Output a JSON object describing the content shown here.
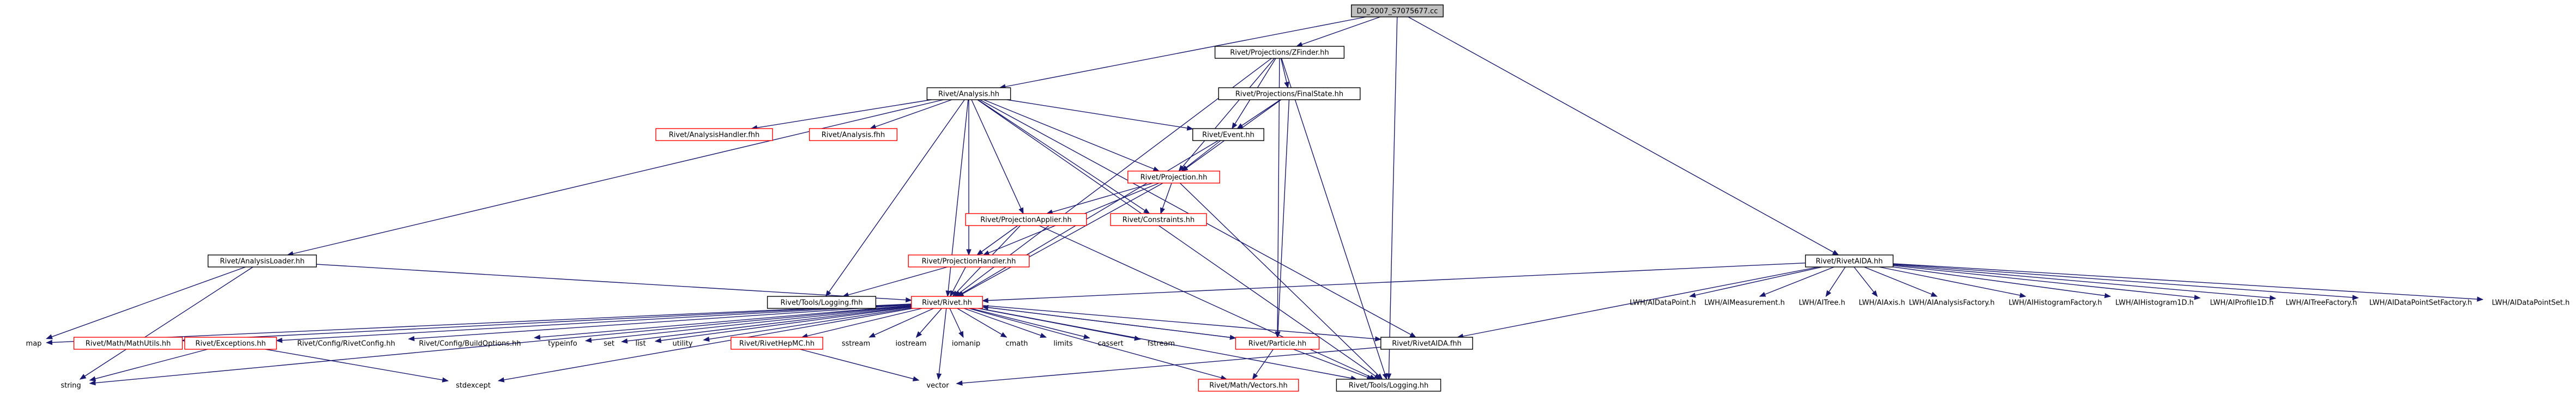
{
  "graph": {
    "title": "D0_2007_S7075677.cc",
    "colors": {
      "edge": "#191970",
      "node_border": "#000000",
      "missing_border": "#ff0000",
      "root_fill": "#bfbfbf"
    },
    "nodes": [
      {
        "id": "root",
        "label": "D0_2007_S7075677.cc",
        "style": "root"
      },
      {
        "id": "cylinder",
        "label": "Rivet/Projections/ZFinder.hh",
        "style": "normal"
      },
      {
        "id": "analysis",
        "label": "Rivet/Analysis.hh",
        "style": "normal"
      },
      {
        "id": "finalstate",
        "label": "Rivet/Projections/FinalState.hh",
        "style": "normal"
      },
      {
        "id": "event",
        "label": "Rivet/Event.hh",
        "style": "normal"
      },
      {
        "id": "analysishandler",
        "label": "Rivet/AnalysisHandler.fhh",
        "style": "red"
      },
      {
        "id": "analysisfhh",
        "label": "Rivet/Analysis.fhh",
        "style": "red"
      },
      {
        "id": "projection",
        "label": "Rivet/Projection.hh",
        "style": "red"
      },
      {
        "id": "projapplier",
        "label": "Rivet/ProjectionApplier.hh",
        "style": "red"
      },
      {
        "id": "constraints",
        "label": "Rivet/Constraints.hh",
        "style": "red"
      },
      {
        "id": "projhandler",
        "label": "Rivet/ProjectionHandler.hh",
        "style": "red"
      },
      {
        "id": "analysisloader",
        "label": "Rivet/AnalysisLoader.hh",
        "style": "normal"
      },
      {
        "id": "loggingfhh",
        "label": "Rivet/Tools/Logging.fhh",
        "style": "normal"
      },
      {
        "id": "rivethh",
        "label": "Rivet/Rivet.hh",
        "style": "red"
      },
      {
        "id": "rivetaida",
        "label": "Rivet/RivetAIDA.hh",
        "style": "normal"
      },
      {
        "id": "rivetaidafhh",
        "label": "Rivet/RivetAIDA.fhh",
        "style": "normal"
      },
      {
        "id": "map",
        "label": "map",
        "style": "none"
      },
      {
        "id": "mathutils",
        "label": "Rivet/Math/MathUtils.hh",
        "style": "red"
      },
      {
        "id": "exceptions",
        "label": "Rivet/Exceptions.hh",
        "style": "red"
      },
      {
        "id": "rivetconfig",
        "label": "Rivet/Config/RivetConfig.hh",
        "style": "none"
      },
      {
        "id": "buildoptions",
        "label": "Rivet/Config/BuildOptions.hh",
        "style": "none"
      },
      {
        "id": "typeinfo",
        "label": "typeinfo",
        "style": "none"
      },
      {
        "id": "set",
        "label": "set",
        "style": "none"
      },
      {
        "id": "list",
        "label": "list",
        "style": "none"
      },
      {
        "id": "utility",
        "label": "utility",
        "style": "none"
      },
      {
        "id": "rivethepmc",
        "label": "Rivet/RivetHepMC.hh",
        "style": "red"
      },
      {
        "id": "sstream",
        "label": "sstream",
        "style": "none"
      },
      {
        "id": "iostream",
        "label": "iostream",
        "style": "none"
      },
      {
        "id": "iomanip",
        "label": "iomanip",
        "style": "none"
      },
      {
        "id": "cmath",
        "label": "cmath",
        "style": "none"
      },
      {
        "id": "limits",
        "label": "limits",
        "style": "none"
      },
      {
        "id": "cassert",
        "label": "cassert",
        "style": "none"
      },
      {
        "id": "fstream",
        "label": "fstream",
        "style": "none"
      },
      {
        "id": "particle",
        "label": "Rivet/Particle.hh",
        "style": "red"
      },
      {
        "id": "string",
        "label": "string",
        "style": "none"
      },
      {
        "id": "stdexcept",
        "label": "stdexcept",
        "style": "none"
      },
      {
        "id": "vector",
        "label": "vector",
        "style": "none"
      },
      {
        "id": "vectors",
        "label": "Rivet/Math/Vectors.hh",
        "style": "red"
      },
      {
        "id": "logginghh",
        "label": "Rivet/Tools/Logging.hh",
        "style": "normal"
      },
      {
        "id": "idatapoint",
        "label": "LWH/AIDataPoint.h",
        "style": "none"
      },
      {
        "id": "imeasurement",
        "label": "LWH/AIMeasurement.h",
        "style": "none"
      },
      {
        "id": "itree",
        "label": "LWH/AITree.h",
        "style": "none"
      },
      {
        "id": "iaxis",
        "label": "LWH/AIAxis.h",
        "style": "none"
      },
      {
        "id": "ianalysisfactory",
        "label": "LWH/AIAnalysisFactory.h",
        "style": "none"
      },
      {
        "id": "ihistogramfactory",
        "label": "LWH/AIHistogramFactory.h",
        "style": "none"
      },
      {
        "id": "ihistogram1d",
        "label": "LWH/AIHistogram1D.h",
        "style": "none"
      },
      {
        "id": "iprofile1d",
        "label": "LWH/AIProfile1D.h",
        "style": "none"
      },
      {
        "id": "itreefactory",
        "label": "LWH/AITreeFactory.h",
        "style": "none"
      },
      {
        "id": "idatapointsetfactory",
        "label": "LWH/AIDataPointSetFactory.h",
        "style": "none"
      },
      {
        "id": "idatapointset",
        "label": "LWH/AIDataPointSet.h",
        "style": "none"
      }
    ],
    "edges": [
      [
        "root",
        "cylinder"
      ],
      [
        "root",
        "analysis"
      ],
      [
        "root",
        "rivetaida"
      ],
      [
        "root",
        "logginghh"
      ],
      [
        "cylinder",
        "finalstate"
      ],
      [
        "cylinder",
        "event"
      ],
      [
        "cylinder",
        "projection"
      ],
      [
        "cylinder",
        "rivethh"
      ],
      [
        "cylinder",
        "particle"
      ],
      [
        "cylinder",
        "logginghh"
      ],
      [
        "analysis",
        "analysishandler"
      ],
      [
        "analysis",
        "analysisfhh"
      ],
      [
        "analysis",
        "event"
      ],
      [
        "analysis",
        "projection"
      ],
      [
        "analysis",
        "projapplier"
      ],
      [
        "analysis",
        "constraints"
      ],
      [
        "analysis",
        "projhandler"
      ],
      [
        "analysis",
        "analysisloader"
      ],
      [
        "analysis",
        "loggingfhh"
      ],
      [
        "analysis",
        "rivethh"
      ],
      [
        "analysis",
        "rivetaidafhh"
      ],
      [
        "analysis",
        "logginghh"
      ],
      [
        "finalstate",
        "event"
      ],
      [
        "finalstate",
        "projection"
      ],
      [
        "finalstate",
        "particle"
      ],
      [
        "event",
        "projection"
      ],
      [
        "event",
        "rivethh"
      ],
      [
        "projection",
        "projapplier"
      ],
      [
        "projection",
        "constraints"
      ],
      [
        "projection",
        "projhandler"
      ],
      [
        "projection",
        "rivethh"
      ],
      [
        "projection",
        "logginghh"
      ],
      [
        "projapplier",
        "projhandler"
      ],
      [
        "projapplier",
        "rivethh"
      ],
      [
        "projapplier",
        "logginghh"
      ],
      [
        "projhandler",
        "loggingfhh"
      ],
      [
        "projhandler",
        "rivethh"
      ],
      [
        "analysisloader",
        "rivethh"
      ],
      [
        "analysisloader",
        "map"
      ],
      [
        "analysisloader",
        "string"
      ],
      [
        "rivetaida",
        "rivethh"
      ],
      [
        "rivetaida",
        "rivetaidafhh"
      ],
      [
        "rivetaida",
        "idatapoint"
      ],
      [
        "rivetaida",
        "imeasurement"
      ],
      [
        "rivetaida",
        "itree"
      ],
      [
        "rivetaida",
        "iaxis"
      ],
      [
        "rivetaida",
        "ianalysisfactory"
      ],
      [
        "rivetaida",
        "ihistogramfactory"
      ],
      [
        "rivetaida",
        "ihistogram1d"
      ],
      [
        "rivetaida",
        "iprofile1d"
      ],
      [
        "rivetaida",
        "itreefactory"
      ],
      [
        "rivetaida",
        "idatapointsetfactory"
      ],
      [
        "rivetaida",
        "idatapointset"
      ],
      [
        "rivethh",
        "map"
      ],
      [
        "rivethh",
        "mathutils"
      ],
      [
        "rivethh",
        "exceptions"
      ],
      [
        "rivethh",
        "rivetconfig"
      ],
      [
        "rivethh",
        "buildoptions"
      ],
      [
        "rivethh",
        "typeinfo"
      ],
      [
        "rivethh",
        "set"
      ],
      [
        "rivethh",
        "list"
      ],
      [
        "rivethh",
        "utility"
      ],
      [
        "rivethh",
        "rivethepmc"
      ],
      [
        "rivethh",
        "sstream"
      ],
      [
        "rivethh",
        "iostream"
      ],
      [
        "rivethh",
        "iomanip"
      ],
      [
        "rivethh",
        "cmath"
      ],
      [
        "rivethh",
        "limits"
      ],
      [
        "rivethh",
        "cassert"
      ],
      [
        "rivethh",
        "fstream"
      ],
      [
        "rivethh",
        "particle"
      ],
      [
        "rivethh",
        "string"
      ],
      [
        "rivethh",
        "stdexcept"
      ],
      [
        "rivethh",
        "vector"
      ],
      [
        "rivethh",
        "vectors"
      ],
      [
        "rivethh",
        "logginghh"
      ],
      [
        "rivethh",
        "rivetaidafhh"
      ],
      [
        "exceptions",
        "string"
      ],
      [
        "exceptions",
        "stdexcept"
      ],
      [
        "rivethepmc",
        "vector"
      ],
      [
        "particle",
        "rivethh"
      ],
      [
        "particle",
        "vectors"
      ],
      [
        "particle",
        "logginghh"
      ],
      [
        "rivetaidafhh",
        "vector"
      ]
    ]
  }
}
